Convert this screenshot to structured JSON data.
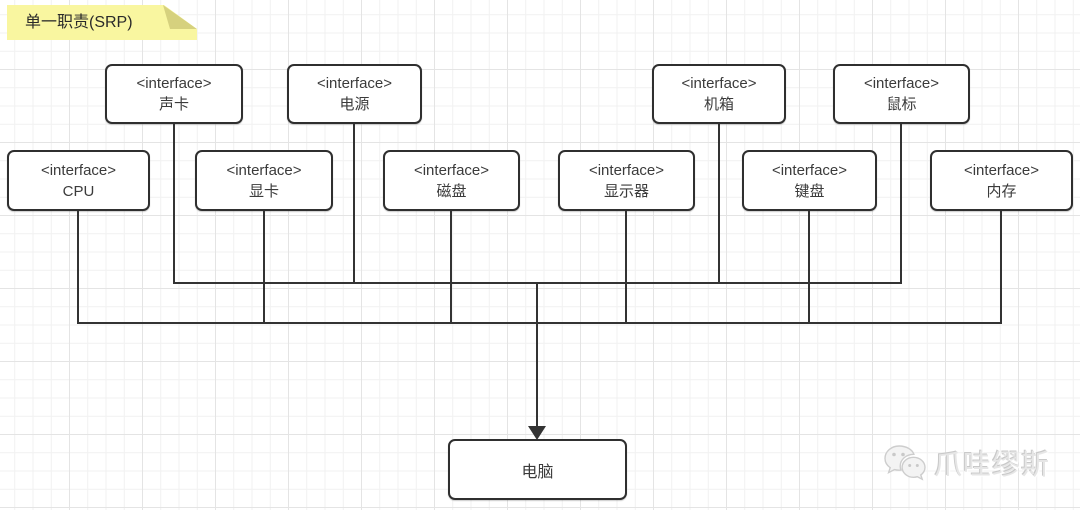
{
  "note": {
    "label": "单一职责(SRP)"
  },
  "diagram": {
    "stereotype": "<interface>",
    "nodes": [
      {
        "id": "soundcard",
        "label": "声卡"
      },
      {
        "id": "power",
        "label": "电源"
      },
      {
        "id": "case",
        "label": "机箱"
      },
      {
        "id": "mouse",
        "label": "鼠标"
      },
      {
        "id": "cpu",
        "label": "CPU"
      },
      {
        "id": "gpu",
        "label": "显卡"
      },
      {
        "id": "disk",
        "label": "磁盘"
      },
      {
        "id": "monitor",
        "label": "显示器"
      },
      {
        "id": "keyboard",
        "label": "键盘"
      },
      {
        "id": "memory",
        "label": "内存"
      }
    ],
    "target": {
      "label": "电脑"
    }
  },
  "watermark": {
    "text": "爪哇缪斯"
  },
  "colors": {
    "note_bg": "#f9f6a0",
    "note_fold": "#d6d17e",
    "line": "#333333",
    "box_border": "#2f2f2f",
    "grid_minor": "#f1f1f1",
    "grid_major": "#e4e4e4"
  }
}
